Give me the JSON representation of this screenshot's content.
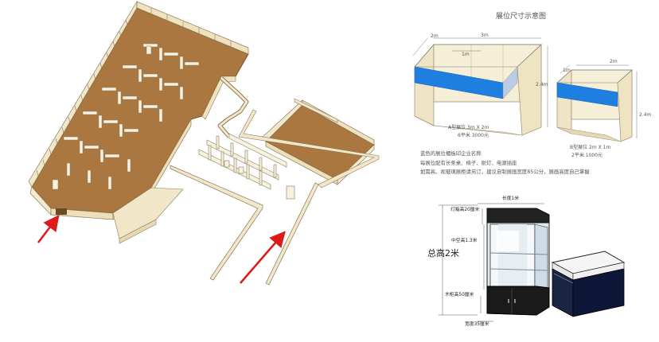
{
  "booth_section": {
    "title": "展位尺寸示意图",
    "booth_a": {
      "dims": [
        "2m",
        "3m",
        "1m",
        "2.4m"
      ],
      "caption_line1": "A型展位  3m X 2m",
      "caption_line2": "6平米 3000元"
    },
    "booth_b": {
      "dims": [
        "1m",
        "2m",
        "2.4m"
      ],
      "caption_line1": "B型展位  2m X 1m",
      "caption_line2": "2平米 1000元"
    },
    "notes": [
      "蓝色的展位楣板印企业名称",
      "每展位配有长条桌、椅子、射灯、电源插座",
      "如需高、视玻璃展柜请另订，建议自制展画宽度85公分，展画高度自己掌握"
    ]
  },
  "showcase_section": {
    "total_height": "总高2米",
    "top_width": "长度1米",
    "lamp_box": "灯箱高20厘米",
    "middle": "中空高1.3米",
    "cabinet": "木柜高50厘米",
    "width": "宽度35厘米"
  },
  "colors": {
    "floor": "#a9773f",
    "wall": "#f2e7c8",
    "blue_band": "#1e7fe0",
    "arrow": "#dd1a1a"
  }
}
